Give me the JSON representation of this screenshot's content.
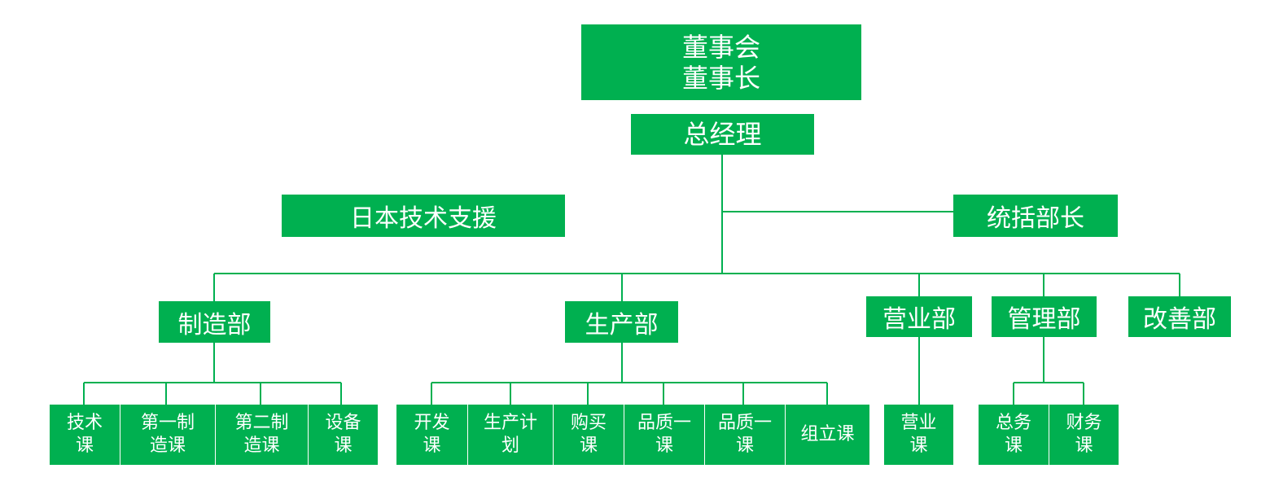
{
  "board": {
    "line1": "董事会",
    "line2": "董事长"
  },
  "gm": "总经理",
  "japan_support": "日本技术支援",
  "general_director": "统括部长",
  "departments": {
    "manufacturing": "制造部",
    "production": "生产部",
    "sales": "营业部",
    "management": "管理部",
    "improvement": "改善部"
  },
  "manufacturing_sections": [
    {
      "line1": "技术",
      "line2": "课"
    },
    {
      "line1": "第一制",
      "line2": "造课"
    },
    {
      "line1": "第二制",
      "line2": "造课"
    },
    {
      "line1": "设备",
      "line2": "课"
    }
  ],
  "production_sections": [
    {
      "line1": "开发",
      "line2": "课"
    },
    {
      "line1": "生产计",
      "line2": "划"
    },
    {
      "line1": "购买",
      "line2": "课"
    },
    {
      "line1": "品质一",
      "line2": "课"
    },
    {
      "line1": "品质一",
      "line2": "课"
    },
    {
      "line1": "组立课",
      "line2": ""
    }
  ],
  "sales_sections": [
    {
      "line1": "营业",
      "line2": "课"
    }
  ],
  "management_sections": [
    {
      "line1": "总务",
      "line2": "课"
    },
    {
      "line1": "财务",
      "line2": "课"
    }
  ],
  "colors": {
    "box": "#00b050",
    "text": "#ffffff",
    "line": "#00b050"
  }
}
